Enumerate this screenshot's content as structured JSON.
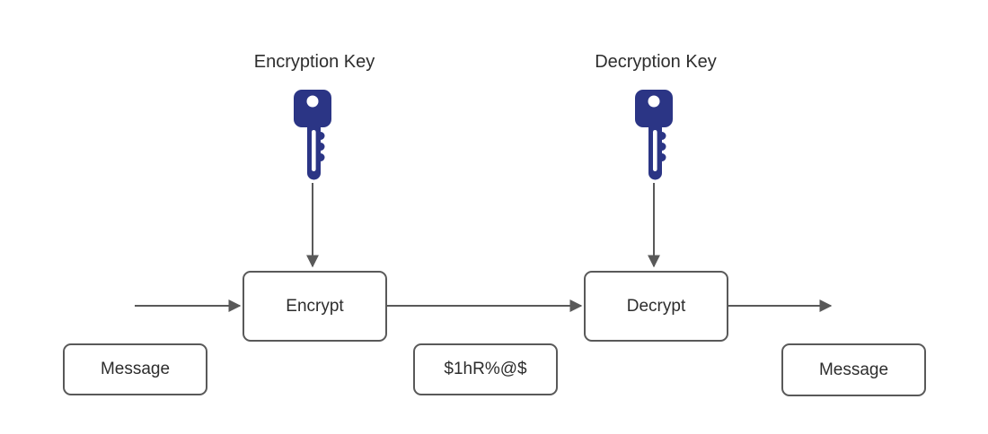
{
  "diagram": {
    "key_labels": {
      "encryption": "Encryption Key",
      "decryption": "Decryption Key"
    },
    "nodes": {
      "encrypt": {
        "label": "Encrypt"
      },
      "decrypt": {
        "label": "Decrypt"
      },
      "message_input": {
        "label": "Message"
      },
      "ciphertext": {
        "label": "$1hR%@$"
      },
      "message_output": {
        "label": "Message"
      }
    },
    "icons": {
      "encryption_key": "key-icon",
      "decryption_key": "key-icon"
    },
    "colors": {
      "key_fill": "#2b3585",
      "connector": "#595959",
      "node_border": "#595959",
      "text": "#2d2d2d",
      "background": "#ffffff"
    }
  }
}
